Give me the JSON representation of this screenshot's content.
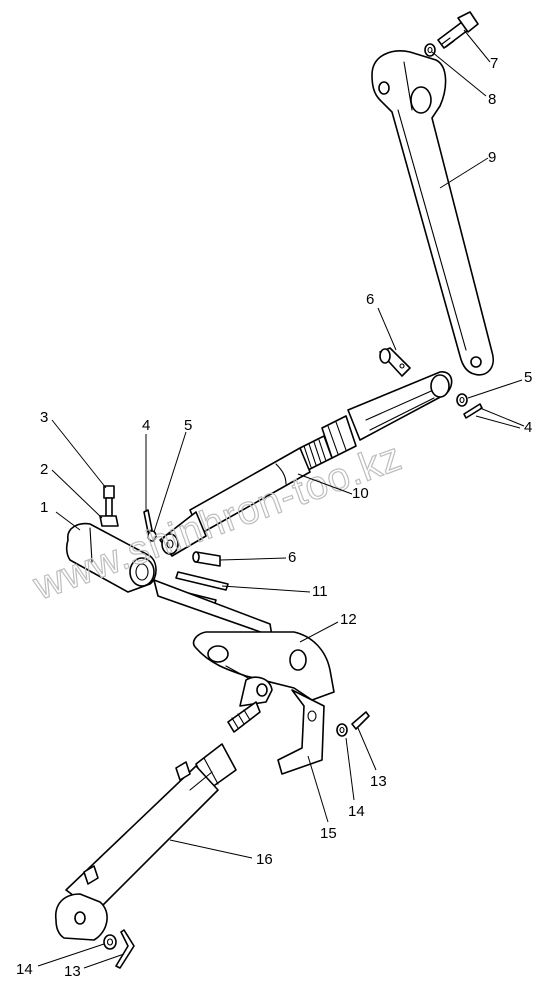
{
  "watermark": "www.shinhron-too.kz",
  "callouts": {
    "c1": "1",
    "c2": "2",
    "c3": "3",
    "c4a": "4",
    "c5a": "5",
    "c6a": "6",
    "c7": "7",
    "c8": "8",
    "c9": "9",
    "c5b": "5",
    "c4b": "4",
    "c6b": "6",
    "c10": "10",
    "c11": "11",
    "c12": "12",
    "c13a": "13",
    "c14a": "14",
    "c15": "15",
    "c16": "16",
    "c14b": "14",
    "c13b": "13"
  },
  "colors": {
    "line": "#000000",
    "background": "#ffffff",
    "watermark": "#bdbdbd"
  }
}
